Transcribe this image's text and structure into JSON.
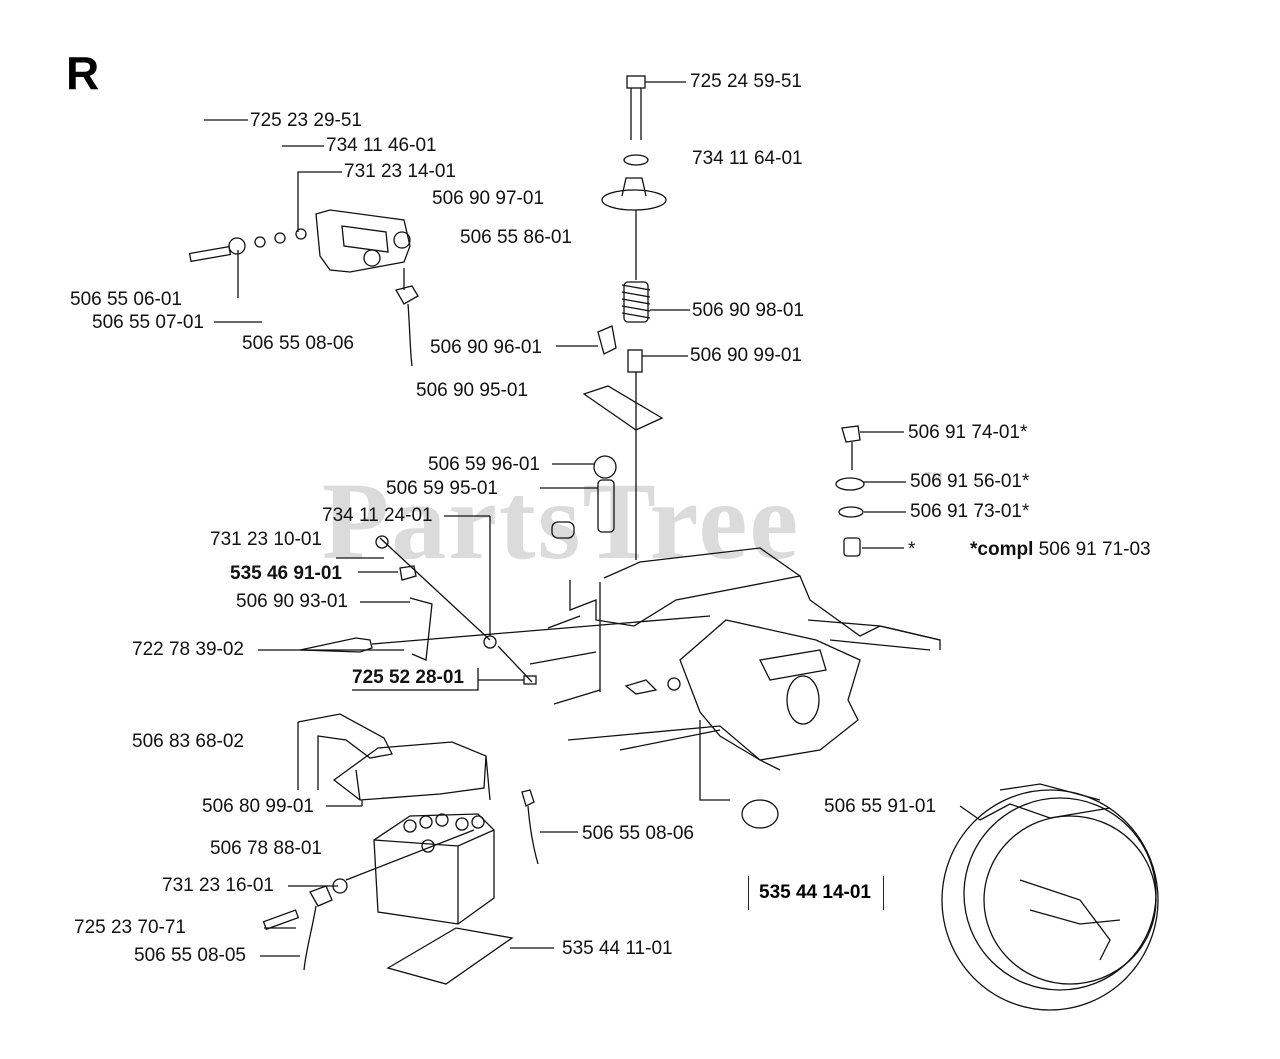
{
  "section_letter": "R",
  "watermark": {
    "text": "PartsTree",
    "mark": "TM"
  },
  "parts": {
    "p725245951": "725 24 59-51",
    "p734116401": "734 11 64-01",
    "p725232951": "725 23 29-51",
    "p734114601": "734 11 46-01",
    "p731231401": "731 23 14-01",
    "p506909701": "506 90 97-01",
    "p506558601": "506 55 86-01",
    "p506909801": "506 90 98-01",
    "p506550601": "506 55 06-01",
    "p506550701": "506 55 07-01",
    "p506550806a": "506 55 08-06",
    "p506909601": "506 90 96-01",
    "p506909901": "506 90 99-01",
    "p506909501": "506 90 95-01",
    "p506917401": "506 91 74-01*",
    "p506599601": "506 59 96-01",
    "p506915601": "506 91 56-01*",
    "p506599501": "506 59 95-01",
    "p506917301": "506 91 73-01*",
    "p734112401": "734 11 24-01",
    "star": "*",
    "compl_prefix": "*compl",
    "compl_number": "506 91 71-03",
    "p731231001": "731 23 10-01",
    "p535469101": "535 46 91-01",
    "p506909301": "506 90 93-01",
    "p722783902": "722 78 39-02",
    "p725522801": "725 52 28-01",
    "p506836802": "506 83 68-02",
    "p506809901": "506 80 99-01",
    "p506559101": "506 55 91-01",
    "p506788801": "506 78 88-01",
    "p506550806b": "506 55 08-06",
    "p731231601": "731 23 16-01",
    "p535441401": "535 44 14-01",
    "p725237071": "725 23 70-71",
    "p535441101": "535 44 11-01",
    "p506550805": "506 55 08-05"
  }
}
